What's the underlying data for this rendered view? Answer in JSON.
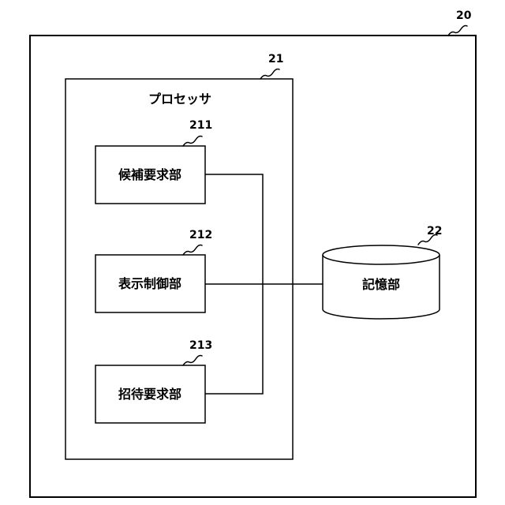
{
  "device": {
    "ref": "20"
  },
  "processor": {
    "ref": "21",
    "label": "プロセッサ"
  },
  "units": [
    {
      "ref": "211",
      "label": "候補要求部"
    },
    {
      "ref": "212",
      "label": "表示制御部"
    },
    {
      "ref": "213",
      "label": "招待要求部"
    }
  ],
  "storage": {
    "ref": "22",
    "label": "記憶部"
  }
}
